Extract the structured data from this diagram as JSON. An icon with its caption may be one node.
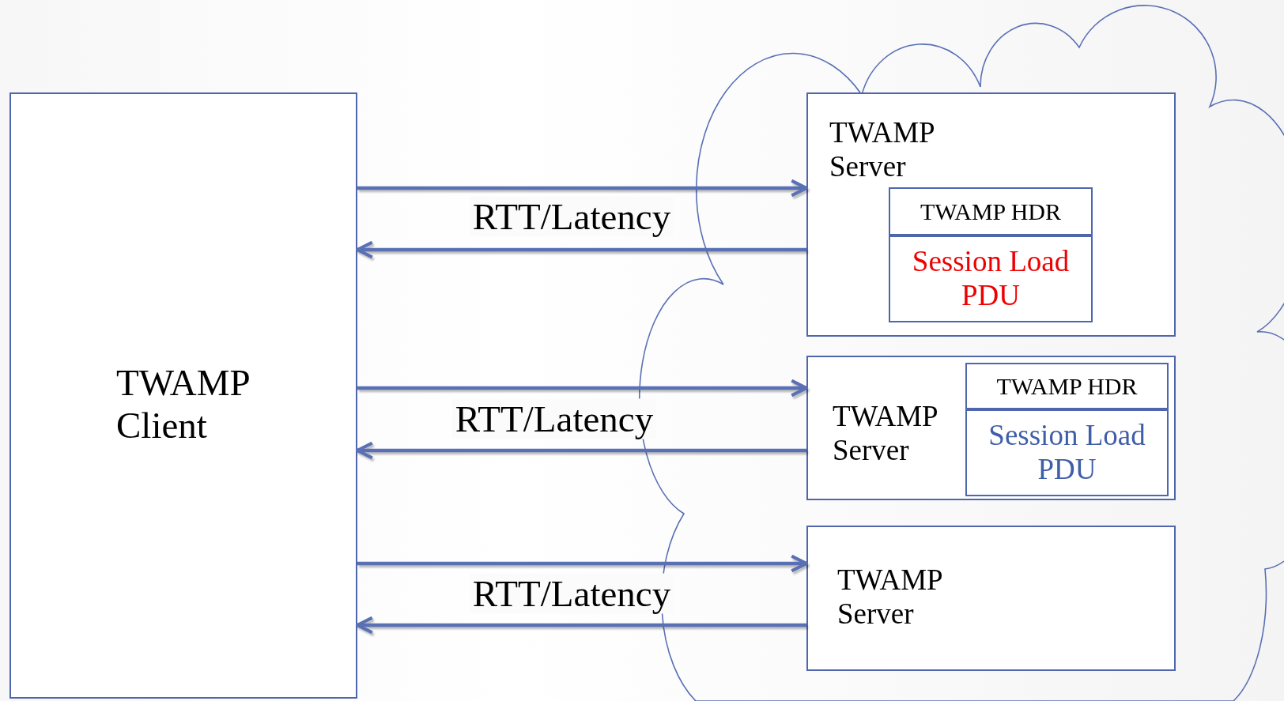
{
  "diagram": {
    "nodes": [
      {
        "text": [
          "TWAMP Client"
        ]
      },
      {
        "text": [
          "TWAMP Server"
        ]
      },
      {
        "text": [
          "TWAMP HDR"
        ],
        "in": 1
      },
      {
        "text": [
          "Session Load PDU"
        ],
        "in": 1
      },
      {
        "text": [
          "TWAMP Server"
        ]
      },
      {
        "text": [
          "TWAMP HDR"
        ],
        "in": 4
      },
      {
        "text": [
          "Session Load PDU"
        ],
        "in": 4
      },
      {
        "text": [
          "TWAMP Server"
        ]
      }
    ],
    "edges": [
      {
        "from": 0,
        "to": 1,
        "arrow": "to"
      },
      {
        "from": 1,
        "to": 0,
        "arrow": "to",
        "label": "RTT/Latency"
      },
      {
        "from": 0,
        "to": 4,
        "arrow": "to"
      },
      {
        "from": 4,
        "to": 0,
        "arrow": "to",
        "label": "RTT/Latency"
      },
      {
        "from": 0,
        "to": 7,
        "arrow": "to"
      },
      {
        "from": 7,
        "to": 0,
        "arrow": "to",
        "label": "RTT/Latency"
      }
    ]
  }
}
